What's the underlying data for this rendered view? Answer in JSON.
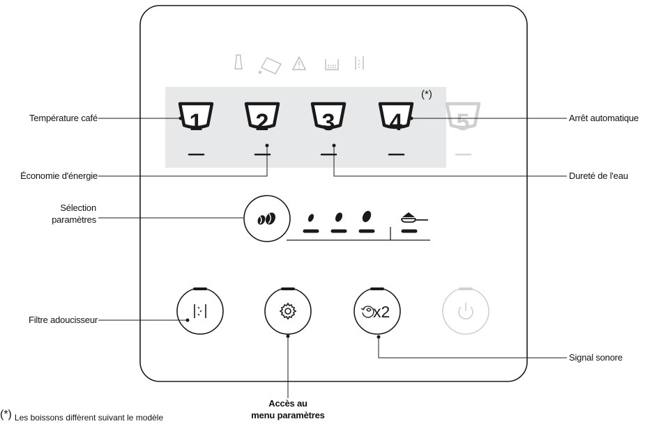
{
  "labels": {
    "temperature": "Température café",
    "energy": "Économie d'énergie",
    "selection_line1": "Sélection",
    "selection_line2": "paramètres",
    "filter": "Filtre adoucisseur",
    "menu_line1": "Accès au",
    "menu_line2": "menu paramètres",
    "auto_off": "Arrêt automatique",
    "hardness": "Dureté de l'eau",
    "sound": "Signal sonore"
  },
  "cups": [
    "1",
    "2",
    "3",
    "4",
    "5"
  ],
  "asterisk": "(*)",
  "x2_label": "x2",
  "footnote_marker": "(*)",
  "footnote_text": "Les boissons diffèrent suivant le modèle"
}
